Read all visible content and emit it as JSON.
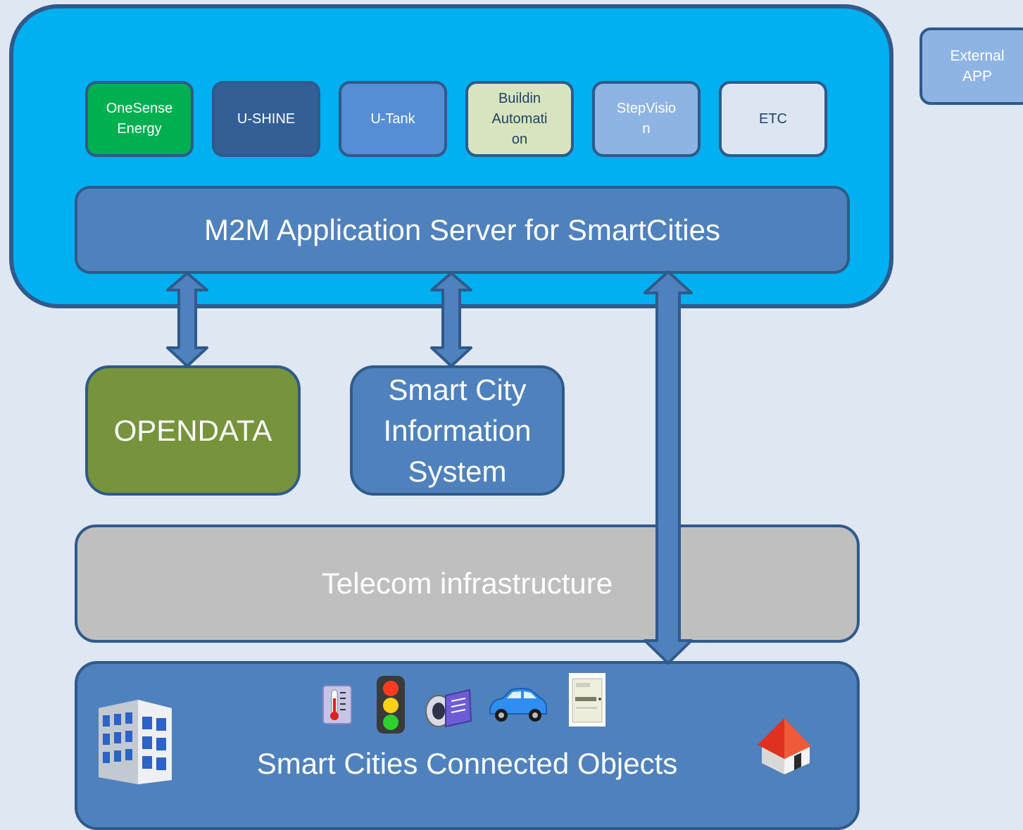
{
  "apps": [
    {
      "label": "OneSense\nEnergy"
    },
    {
      "label": "U-SHINE"
    },
    {
      "label": "U-Tank"
    },
    {
      "label": "Buildin\nAutomati\non"
    },
    {
      "label": "StepVisio\nn"
    },
    {
      "label": "ETC"
    }
  ],
  "server": {
    "label": "M2M Application Server for SmartCities"
  },
  "external": {
    "label": "External\nAPP"
  },
  "opendata": {
    "label": "OPENDATA"
  },
  "scis": {
    "label": "Smart City\nInformation\nSystem"
  },
  "telecom": {
    "label": "Telecom infrastructure"
  },
  "objects": {
    "label": "Smart Cities Connected Objects",
    "icons": [
      "building-icon",
      "thermometer-icon",
      "traffic-light-icon",
      "camera-icon",
      "car-icon",
      "meter-icon",
      "house-icon"
    ]
  },
  "colors": {
    "container": "#00b0f0",
    "border": "#2f5a8b",
    "block": "#4f81bd",
    "opendata": "#77933c",
    "telecom": "#bfbfbf",
    "background": "#dfe7f2"
  }
}
